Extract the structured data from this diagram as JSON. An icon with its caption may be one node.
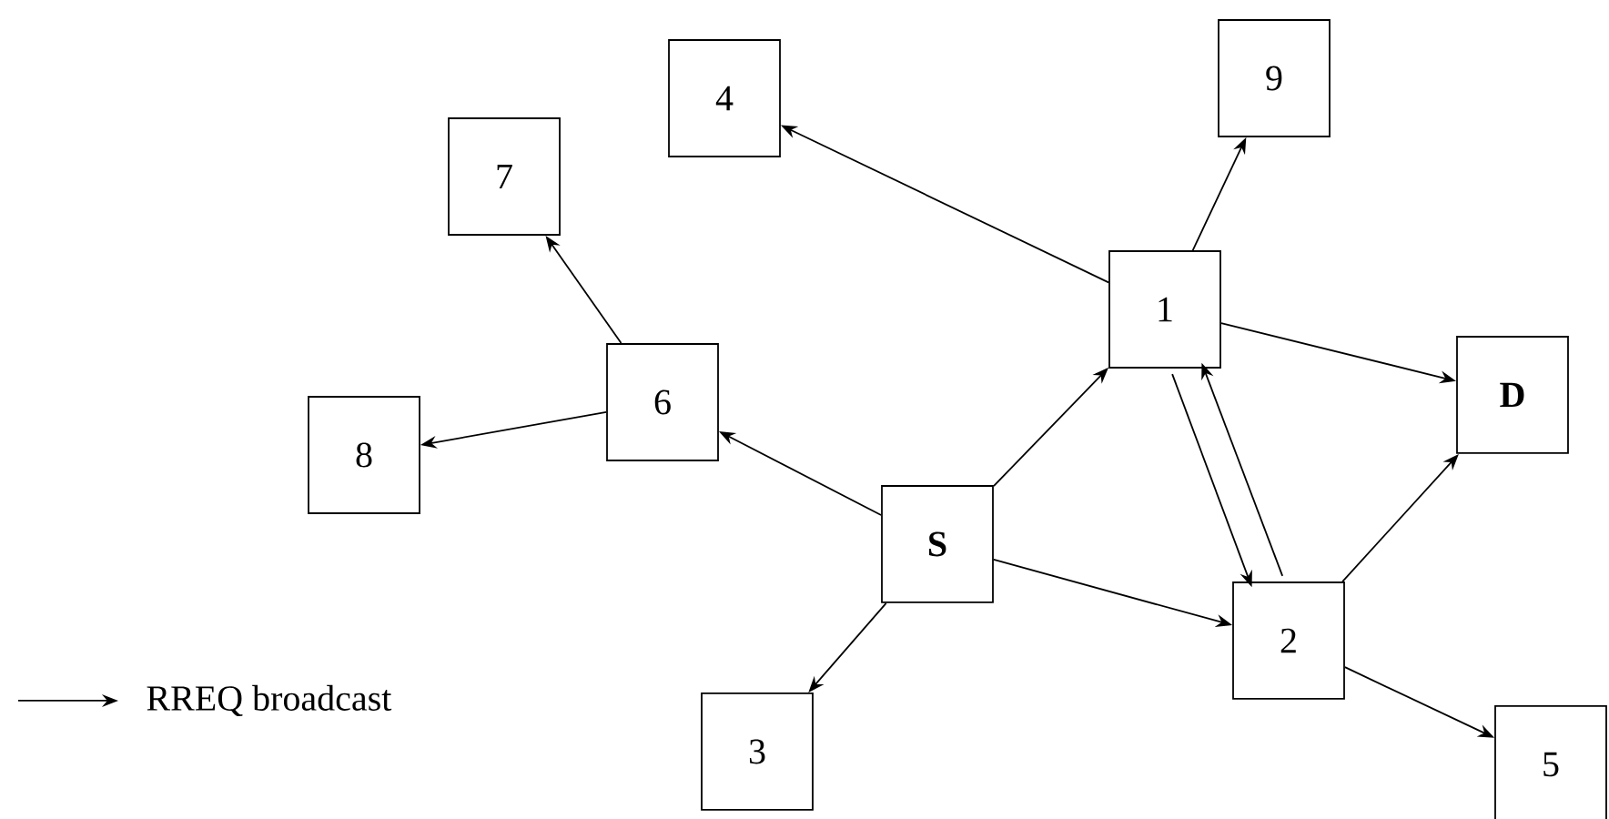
{
  "diagram": {
    "nodes": [
      {
        "text": [
          "**S**"
        ]
      },
      {
        "text": [
          "1"
        ]
      },
      {
        "text": [
          "**D**"
        ]
      },
      {
        "text": [
          "2"
        ]
      },
      {
        "text": [
          "6"
        ]
      },
      {
        "text": [
          "7"
        ]
      },
      {
        "text": [
          "8"
        ]
      },
      {
        "text": [
          "4"
        ]
      },
      {
        "text": [
          "9"
        ]
      },
      {
        "text": [
          "3"
        ]
      },
      {
        "text": [
          "5"
        ]
      }
    ],
    "edges": [
      {
        "from": 0,
        "to": 1,
        "arrow": "to"
      },
      {
        "from": 0,
        "to": 4,
        "arrow": "to"
      },
      {
        "from": 0,
        "to": 3,
        "arrow": "to"
      },
      {
        "from": 0,
        "to": 9,
        "arrow": "to"
      },
      {
        "from": 1,
        "to": 7,
        "arrow": "to"
      },
      {
        "from": 1,
        "to": 8,
        "arrow": "to"
      },
      {
        "from": 1,
        "to": 2,
        "arrow": "to"
      },
      {
        "from": 1,
        "to": 3,
        "arrow": "to"
      },
      {
        "from": 3,
        "to": 1,
        "arrow": "to"
      },
      {
        "from": 3,
        "to": 2,
        "arrow": "to"
      },
      {
        "from": 3,
        "to": 10,
        "arrow": "to"
      },
      {
        "from": 4,
        "to": 5,
        "arrow": "to"
      },
      {
        "from": 4,
        "to": 6,
        "arrow": "to"
      }
    ],
    "legend": [
      {
        "text": "RREQ broadcast"
      }
    ]
  }
}
